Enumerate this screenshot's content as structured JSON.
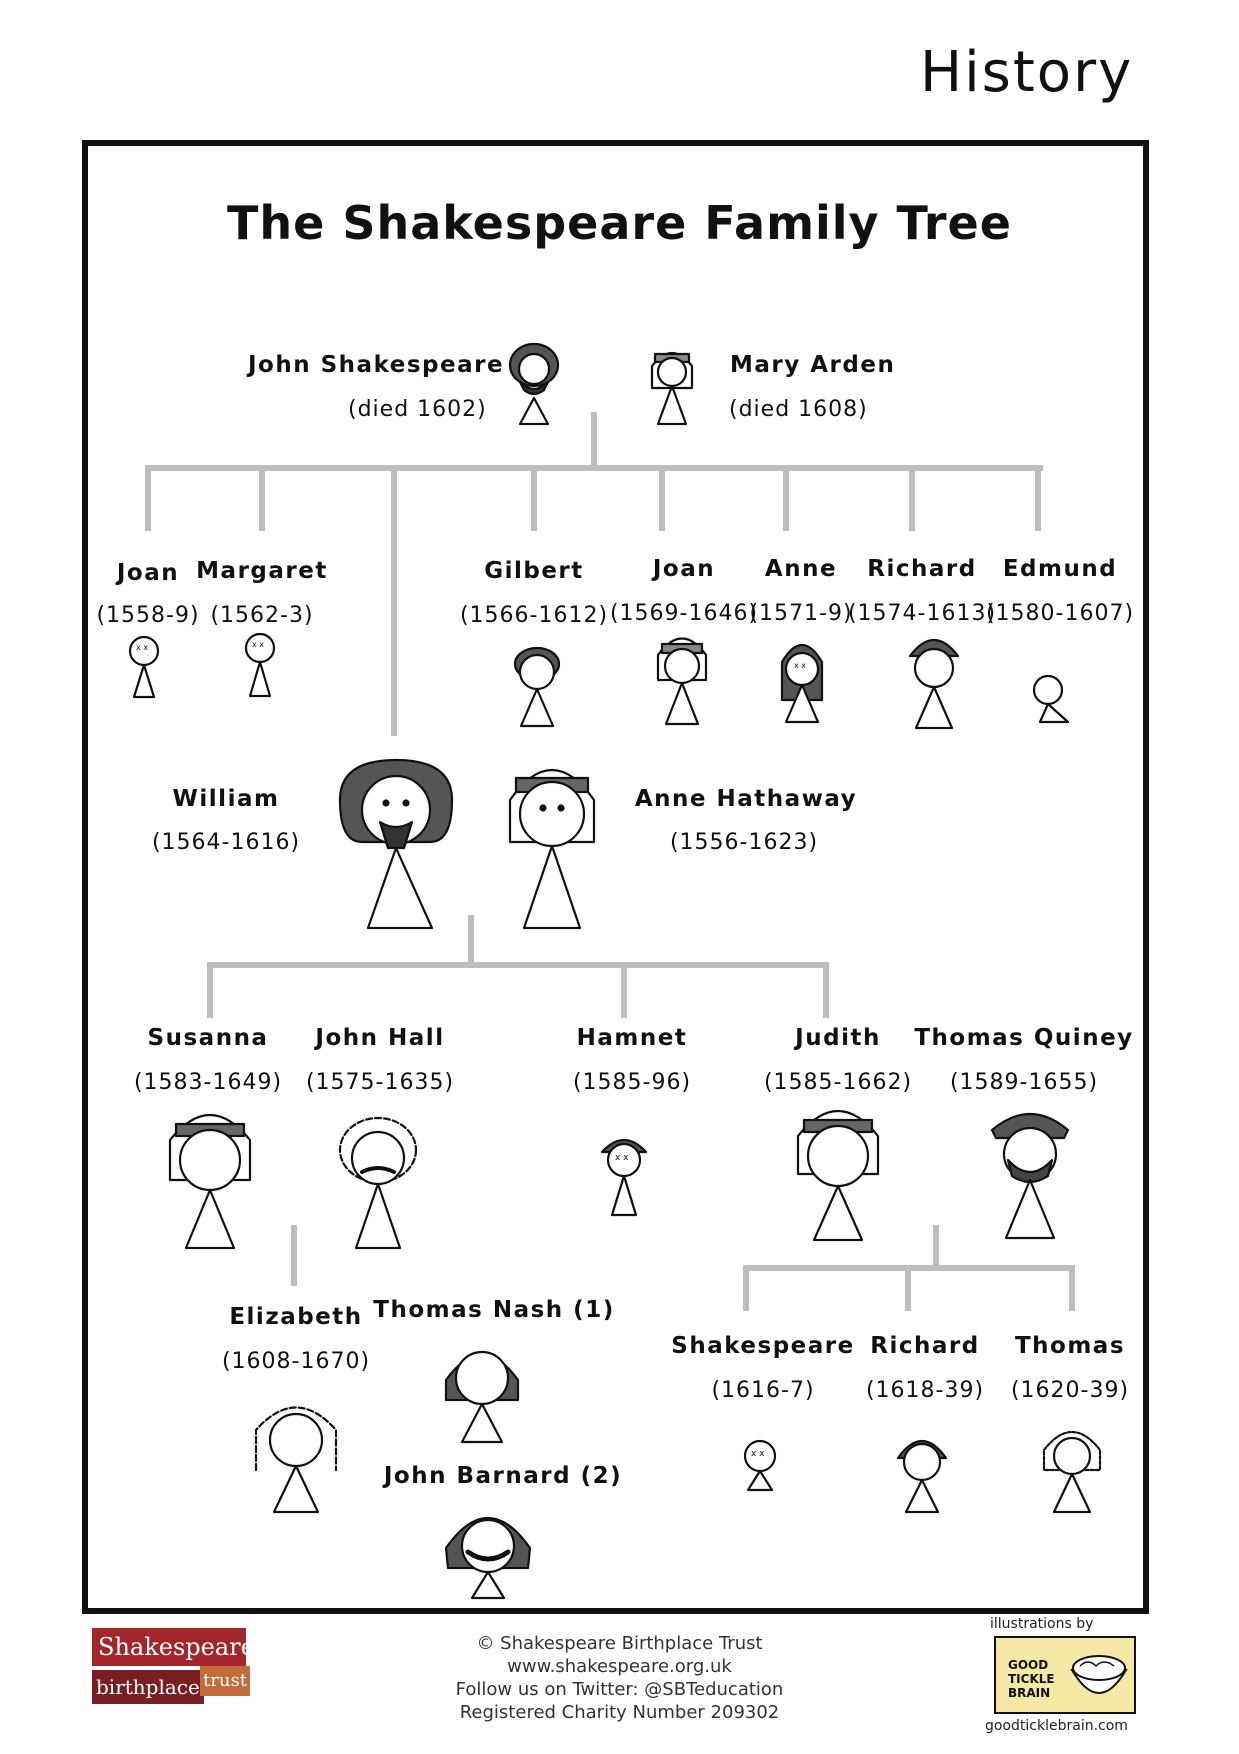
{
  "header": {
    "section": "History"
  },
  "title": "The Shakespeare Family Tree",
  "people": {
    "john_shakespeare": {
      "name": "John Shakespeare",
      "dates": "(died 1602)"
    },
    "mary_arden": {
      "name": "Mary Arden",
      "dates": "(died 1608)"
    },
    "joan_1": {
      "name": "Joan",
      "dates": "(1558-9)"
    },
    "margaret": {
      "name": "Margaret",
      "dates": "(1562-3)"
    },
    "gilbert": {
      "name": "Gilbert",
      "dates": "(1566-1612)"
    },
    "joan_2": {
      "name": "Joan",
      "dates": "(1569-1646)"
    },
    "anne": {
      "name": "Anne",
      "dates": "(1571-9)"
    },
    "richard": {
      "name": "Richard",
      "dates": "(1574-1613)"
    },
    "edmund": {
      "name": "Edmund",
      "dates": "(1580-1607)"
    },
    "william": {
      "name": "William",
      "dates": "(1564-1616)"
    },
    "anne_hathaway": {
      "name": "Anne Hathaway",
      "dates": "(1556-1623)"
    },
    "susanna": {
      "name": "Susanna",
      "dates": "(1583-1649)"
    },
    "john_hall": {
      "name": "John Hall",
      "dates": "(1575-1635)"
    },
    "hamnet": {
      "name": "Hamnet",
      "dates": "(1585-96)"
    },
    "judith": {
      "name": "Judith",
      "dates": "(1585-1662)"
    },
    "thomas_quiney": {
      "name": "Thomas Quiney",
      "dates": "(1589-1655)"
    },
    "elizabeth": {
      "name": "Elizabeth",
      "dates": "(1608-1670)"
    },
    "thomas_nash": {
      "name": "Thomas Nash (1)"
    },
    "john_barnard": {
      "name": "John Barnard (2)"
    },
    "shakespeare_q": {
      "name": "Shakespeare",
      "dates": "(1616-7)"
    },
    "richard_q": {
      "name": "Richard",
      "dates": "(1618-39)"
    },
    "thomas_q": {
      "name": "Thomas",
      "dates": "(1620-39)"
    }
  },
  "footer": {
    "copyright": "© Shakespeare Birthplace Trust",
    "website": "www.shakespeare.org.uk",
    "twitter": "Follow us on Twitter: @SBTeducation",
    "charity": "Registered Charity Number 209302"
  },
  "logo_sbt": {
    "word1": "Shakespeare",
    "word2": "birthplace",
    "word3": "trust",
    "color": "#a3262c"
  },
  "logo_gtb": {
    "caption": "illustrations by",
    "line1": "GOOD",
    "line2": "TICKLE",
    "line3": "BRAIN",
    "url": "goodticklebrain.com",
    "color": "#f3e9a4"
  },
  "colors": {
    "lines": "#bdbdbd",
    "ink": "#111111"
  }
}
